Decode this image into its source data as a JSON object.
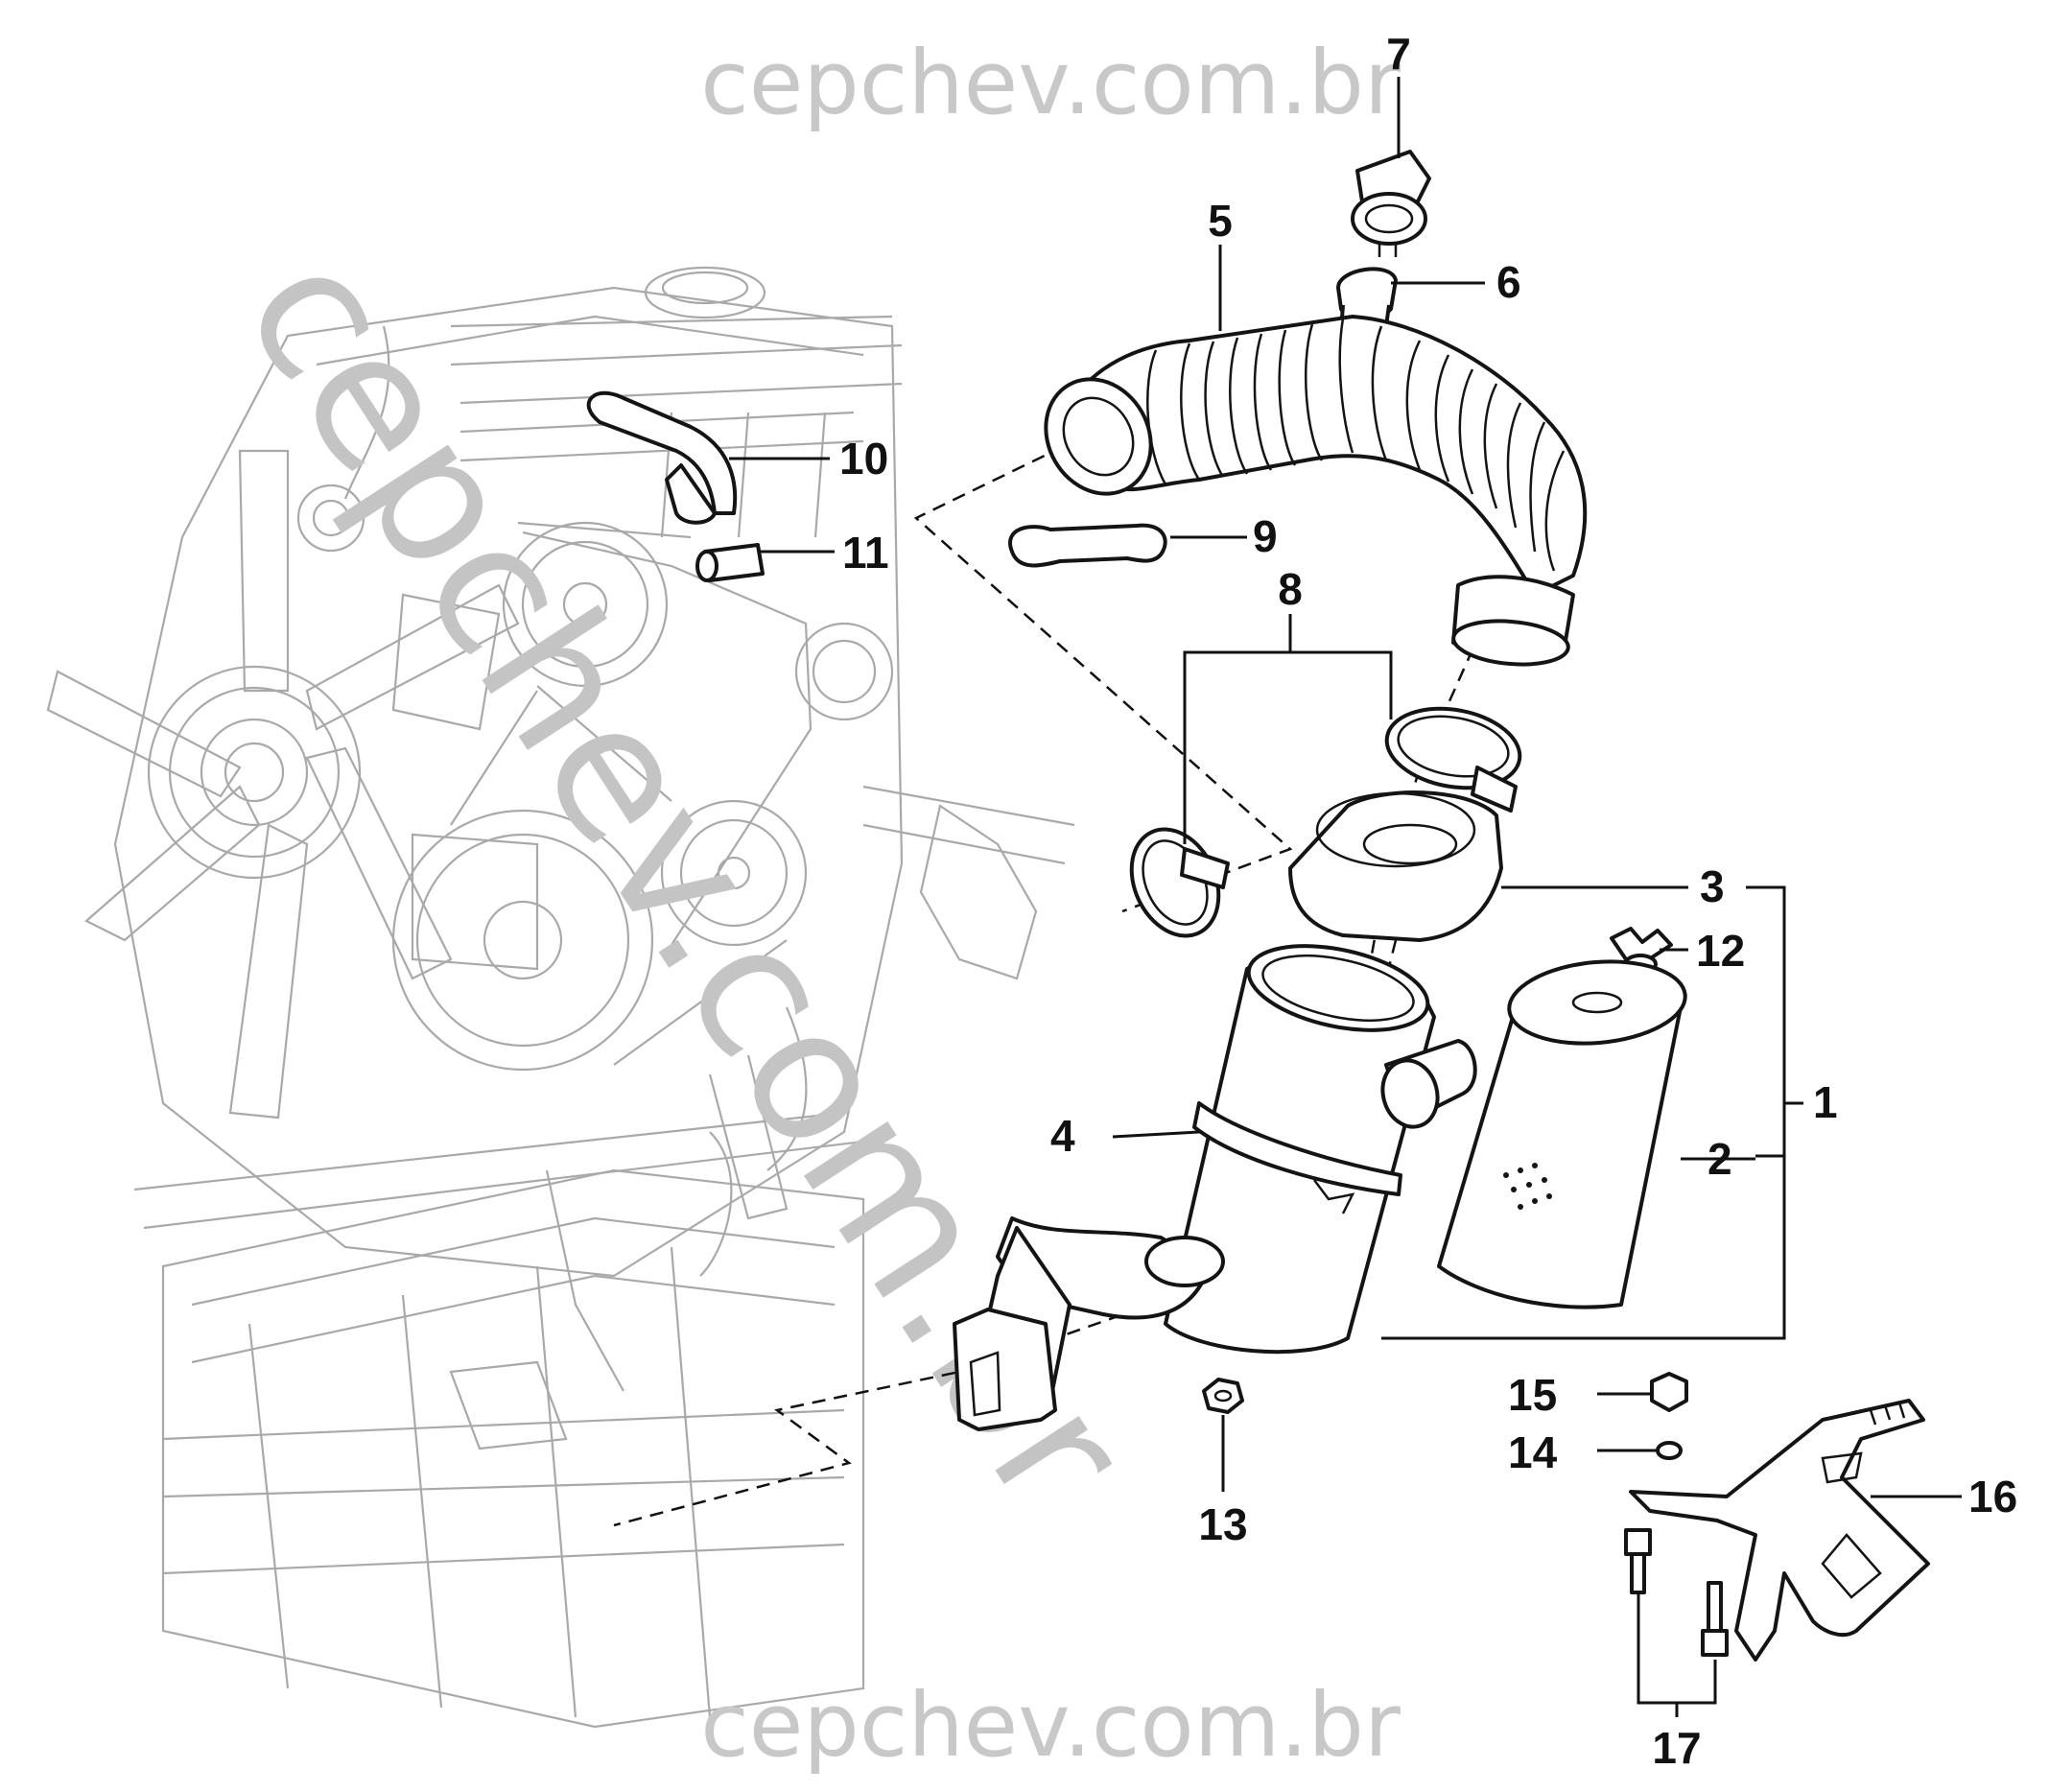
{
  "watermark": {
    "top": "cepchev.com.br",
    "bottom": "cepchev.com.br",
    "diagonal": "cepchev.com.br"
  },
  "callouts": [
    {
      "id": "7",
      "label": "7"
    },
    {
      "id": "5",
      "label": "5"
    },
    {
      "id": "6",
      "label": "6"
    },
    {
      "id": "10",
      "label": "10"
    },
    {
      "id": "11",
      "label": "11"
    },
    {
      "id": "9",
      "label": "9"
    },
    {
      "id": "8",
      "label": "8"
    },
    {
      "id": "3",
      "label": "3"
    },
    {
      "id": "12",
      "label": "12"
    },
    {
      "id": "1",
      "label": "1"
    },
    {
      "id": "4",
      "label": "4"
    },
    {
      "id": "2",
      "label": "2"
    },
    {
      "id": "15",
      "label": "15"
    },
    {
      "id": "14",
      "label": "14"
    },
    {
      "id": "16",
      "label": "16"
    },
    {
      "id": "13",
      "label": "13"
    },
    {
      "id": "17",
      "label": "17"
    }
  ],
  "colors": {
    "line": "#141414",
    "ghost": "#a9a9a9",
    "watermark": "#c4c4c4",
    "background": "#ffffff"
  }
}
